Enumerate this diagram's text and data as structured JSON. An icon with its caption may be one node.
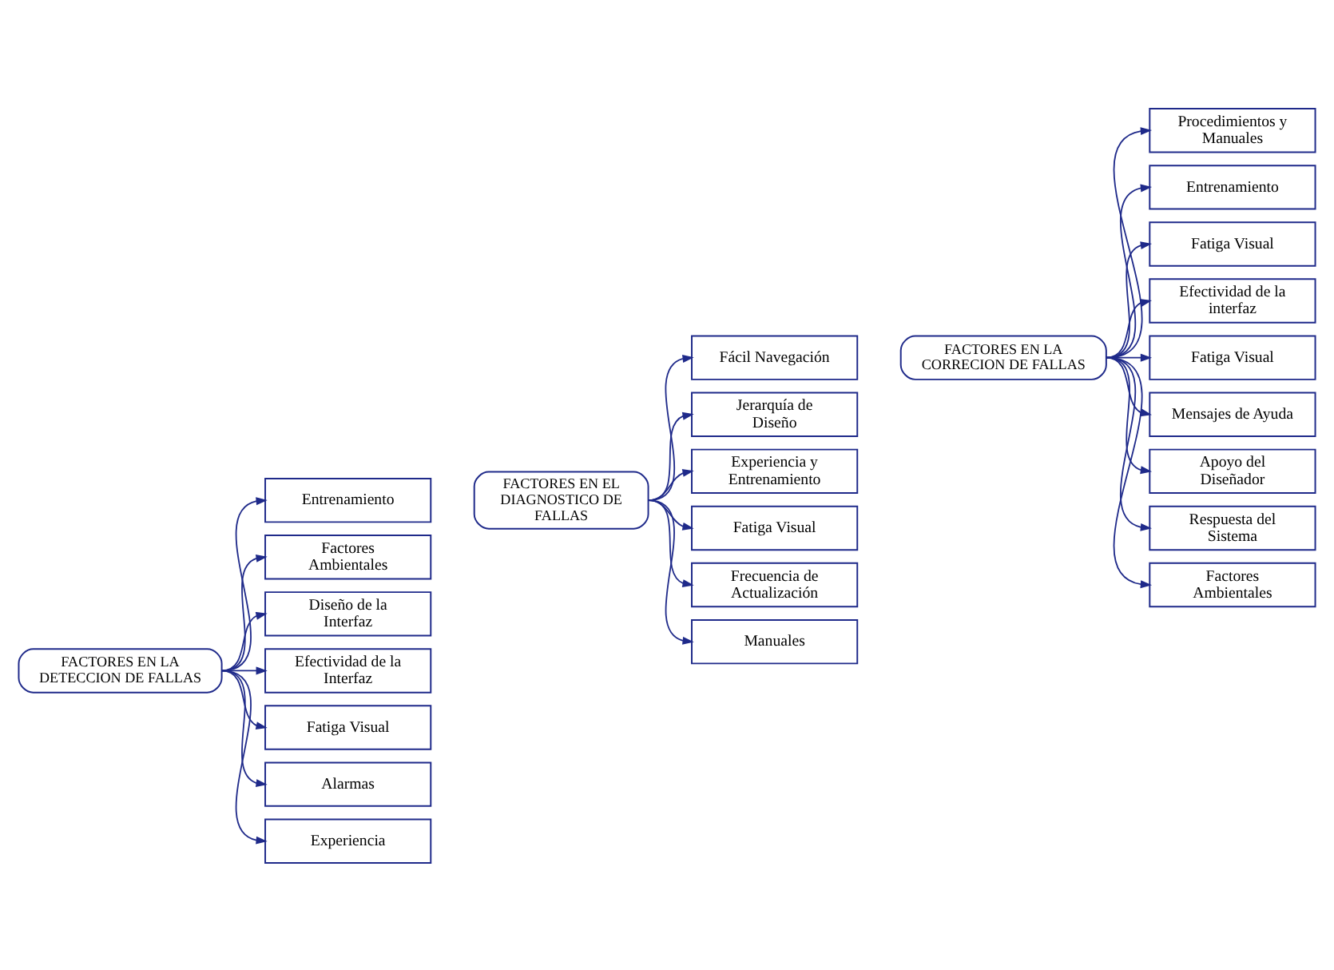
{
  "diagram": {
    "nodes": [
      {
        "text": [
          "FACTORES EN LA DETECCION DE FALLAS"
        ]
      },
      {
        "text": [
          "Entrenamiento"
        ]
      },
      {
        "text": [
          "Factores Ambientales"
        ]
      },
      {
        "text": [
          "Diseño de la Interfaz"
        ]
      },
      {
        "text": [
          "Efectividad de la Interfaz"
        ]
      },
      {
        "text": [
          "Fatiga Visual"
        ]
      },
      {
        "text": [
          "Alarmas"
        ]
      },
      {
        "text": [
          "Experiencia"
        ]
      },
      {
        "text": [
          "FACTORES EN EL DIAGNOSTICO DE FALLAS"
        ]
      },
      {
        "text": [
          "Fácil Navegación"
        ]
      },
      {
        "text": [
          "Jerarquía de Diseño"
        ]
      },
      {
        "text": [
          "Experiencia y Entrenamiento"
        ]
      },
      {
        "text": [
          "Fatiga Visual"
        ]
      },
      {
        "text": [
          "Frecuencia de Actualización"
        ]
      },
      {
        "text": [
          "Manuales"
        ]
      },
      {
        "text": [
          "FACTORES EN LA CORRECION DE FALLAS"
        ]
      },
      {
        "text": [
          "Procedimientos y Manuales"
        ]
      },
      {
        "text": [
          "Entrenamiento"
        ]
      },
      {
        "text": [
          "Fatiga Visual"
        ]
      },
      {
        "text": [
          "Efectividad de la interfaz"
        ]
      },
      {
        "text": [
          "Fatiga Visual"
        ]
      },
      {
        "text": [
          "Mensajes de Ayuda"
        ]
      },
      {
        "text": [
          "Apoyo del Diseñador"
        ]
      },
      {
        "text": [
          "Respuesta del Sistema"
        ]
      },
      {
        "text": [
          "Factores Ambientales"
        ]
      }
    ],
    "edges": [
      {
        "from": 0,
        "to": 1,
        "arrow": "to"
      },
      {
        "from": 0,
        "to": 2,
        "arrow": "to"
      },
      {
        "from": 0,
        "to": 3,
        "arrow": "to"
      },
      {
        "from": 0,
        "to": 4,
        "arrow": "to"
      },
      {
        "from": 0,
        "to": 5,
        "arrow": "to"
      },
      {
        "from": 0,
        "to": 6,
        "arrow": "to"
      },
      {
        "from": 0,
        "to": 7,
        "arrow": "to"
      },
      {
        "from": 8,
        "to": 9,
        "arrow": "to"
      },
      {
        "from": 8,
        "to": 10,
        "arrow": "to"
      },
      {
        "from": 8,
        "to": 11,
        "arrow": "to"
      },
      {
        "from": 8,
        "to": 12,
        "arrow": "to"
      },
      {
        "from": 8,
        "to": 13,
        "arrow": "to"
      },
      {
        "from": 8,
        "to": 14,
        "arrow": "to"
      },
      {
        "from": 15,
        "to": 16,
        "arrow": "to"
      },
      {
        "from": 15,
        "to": 17,
        "arrow": "to"
      },
      {
        "from": 15,
        "to": 18,
        "arrow": "to"
      },
      {
        "from": 15,
        "to": 19,
        "arrow": "to"
      },
      {
        "from": 15,
        "to": 20,
        "arrow": "to"
      },
      {
        "from": 15,
        "to": 21,
        "arrow": "to"
      },
      {
        "from": 15,
        "to": 22,
        "arrow": "to"
      },
      {
        "from": 15,
        "to": 23,
        "arrow": "to"
      },
      {
        "from": 15,
        "to": 24,
        "arrow": "to"
      }
    ]
  }
}
